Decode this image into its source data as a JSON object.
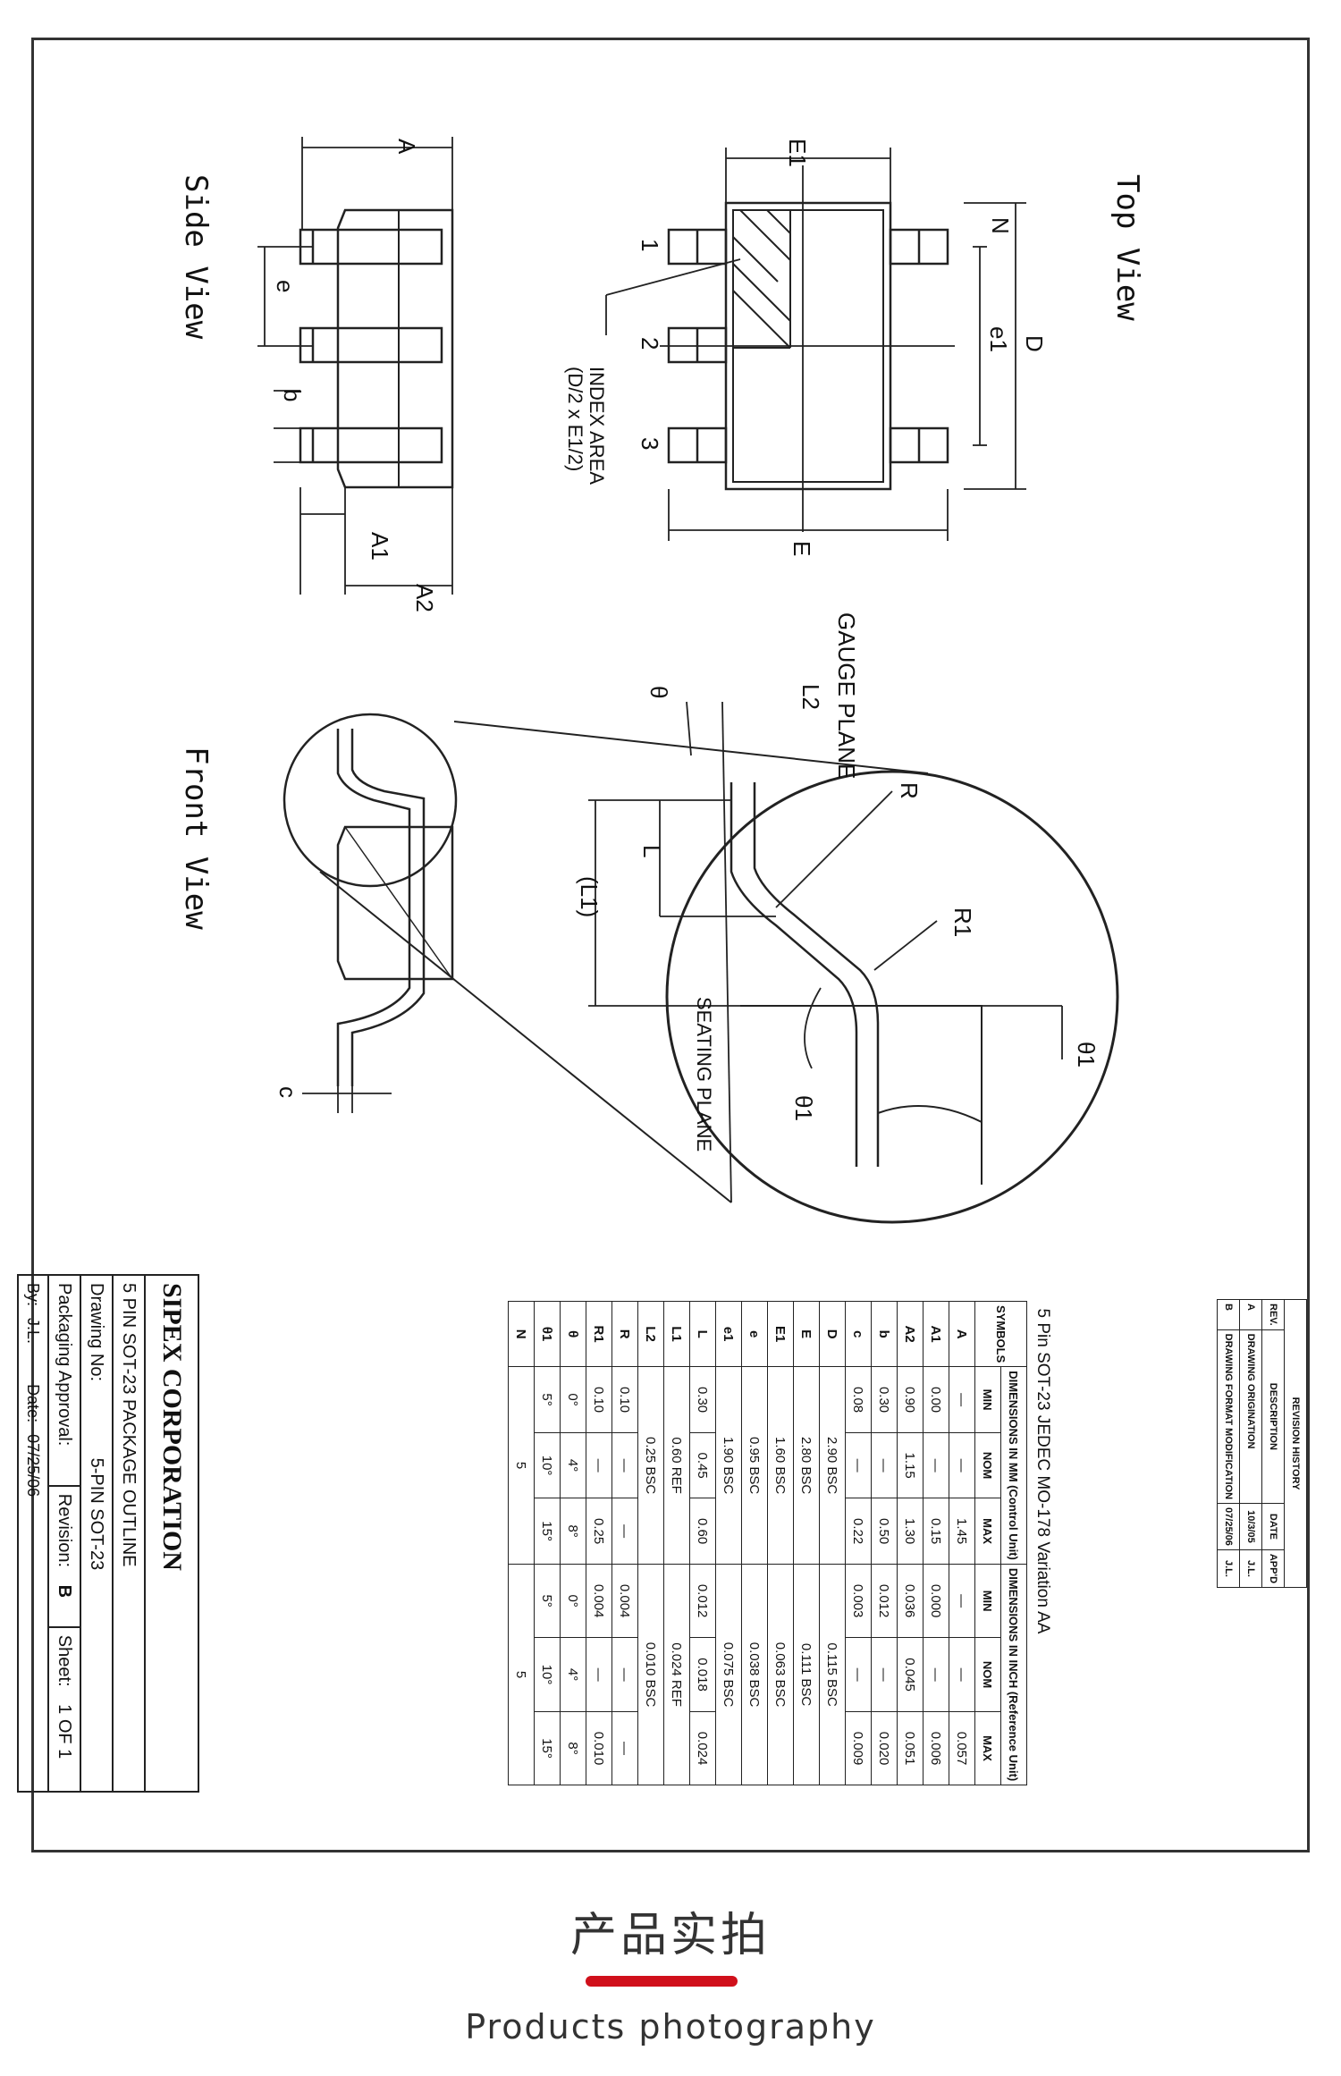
{
  "views": {
    "top": "Top View",
    "side": "Side View",
    "front": "Front View"
  },
  "labels": {
    "E1": "E1",
    "D": "D",
    "E": "E",
    "e1": "e1",
    "N": "N",
    "pin1": "1",
    "pin2": "2",
    "pin3": "3",
    "index_area": "INDEX AREA",
    "index_area_formula": "(D/2 x E1/2)",
    "A": "A",
    "A1": "A1",
    "A2": "A2",
    "e": "e",
    "b": "b",
    "c": "c",
    "gauge_plane": "GAUGE PLANE",
    "L2": "L2",
    "theta": "θ",
    "R": "R",
    "R1": "R1",
    "L": "L",
    "L1": "(L1)",
    "seating_plane": "SEATING PLANE",
    "theta1": "θ1"
  },
  "dimension_table": {
    "title": "5 Pin SOT-23 JEDEC MO-178 Variation AA",
    "symbols_header": "SYMBOLS",
    "mm_header": "DIMENSIONS IN MM (Control Unit)",
    "inch_header": "DIMENSIONS IN INCH (Reference Unit)",
    "sub_headers": [
      "MIN",
      "NOM",
      "MAX",
      "MIN",
      "NOM",
      "MAX"
    ],
    "rows": [
      {
        "sym": "A",
        "mm": [
          "—",
          "—",
          "1.45"
        ],
        "in": [
          "—",
          "—",
          "0.057"
        ]
      },
      {
        "sym": "A1",
        "mm": [
          "0.00",
          "—",
          "0.15"
        ],
        "in": [
          "0.000",
          "—",
          "0.006"
        ]
      },
      {
        "sym": "A2",
        "mm": [
          "0.90",
          "1.15",
          "1.30"
        ],
        "in": [
          "0.036",
          "0.045",
          "0.051"
        ]
      },
      {
        "sym": "b",
        "mm": [
          "0.30",
          "—",
          "0.50"
        ],
        "in": [
          "0.012",
          "—",
          "0.020"
        ]
      },
      {
        "sym": "c",
        "mm": [
          "0.08",
          "—",
          "0.22"
        ],
        "in": [
          "0.003",
          "—",
          "0.009"
        ]
      },
      {
        "sym": "D",
        "mm_span": "2.90 BSC",
        "in_span": "0.115 BSC"
      },
      {
        "sym": "E",
        "mm_span": "2.80 BSC",
        "in_span": "0.111 BSC"
      },
      {
        "sym": "E1",
        "mm_span": "1.60 BSC",
        "in_span": "0.063 BSC"
      },
      {
        "sym": "e",
        "mm_span": "0.95 BSC",
        "in_span": "0.038 BSC"
      },
      {
        "sym": "e1",
        "mm_span": "1.90 BSC",
        "in_span": "0.075 BSC"
      },
      {
        "sym": "L",
        "mm": [
          "0.30",
          "0.45",
          "0.60"
        ],
        "in": [
          "0.012",
          "0.018",
          "0.024"
        ]
      },
      {
        "sym": "L1",
        "mm_span": "0.60 REF",
        "in_span": "0.024 REF"
      },
      {
        "sym": "L2",
        "mm_span": "0.25 BSC",
        "in_span": "0.010 BSC"
      },
      {
        "sym": "R",
        "mm": [
          "0.10",
          "—",
          "—"
        ],
        "in": [
          "0.004",
          "—",
          "—"
        ]
      },
      {
        "sym": "R1",
        "mm": [
          "0.10",
          "—",
          "0.25"
        ],
        "in": [
          "0.004",
          "—",
          "0.010"
        ]
      },
      {
        "sym": "θ",
        "mm": [
          "0°",
          "4°",
          "8°"
        ],
        "in": [
          "0°",
          "4°",
          "8°"
        ]
      },
      {
        "sym": "θ1",
        "mm": [
          "5°",
          "10°",
          "15°"
        ],
        "in": [
          "5°",
          "10°",
          "15°"
        ]
      },
      {
        "sym": "N",
        "mm_span": "5",
        "in_span": "5"
      }
    ]
  },
  "revision_history": {
    "title": "REVISION HISTORY",
    "headers": [
      "REV.",
      "DESCRIPTION",
      "DATE",
      "APP'D"
    ],
    "rows": [
      [
        "A",
        "DRAWING ORIGINATION",
        "10/3/05",
        "J.L."
      ],
      [
        "B",
        "DRAWING FORMAT MODIFICATION",
        "07/25/06",
        "J.L."
      ]
    ]
  },
  "title_block": {
    "company": "SIPEX CORPORATION",
    "package_outline": "5 PIN SOT-23 PACKAGE OUTLINE",
    "drawing_no_label": "Drawing No:",
    "drawing_no": "5-PIN SOT-23",
    "packaging_approval": "Packaging Approval:",
    "by_label": "By:",
    "by": "J.L.",
    "date_label": "Date:",
    "date": "07/25/06",
    "revision_label": "Revision:",
    "revision": "B",
    "sheet_label": "Sheet:",
    "sheet": "1 OF 1"
  },
  "footer": {
    "cn": "产品实拍",
    "en": "Products photography",
    "accent": "#d0101b"
  }
}
